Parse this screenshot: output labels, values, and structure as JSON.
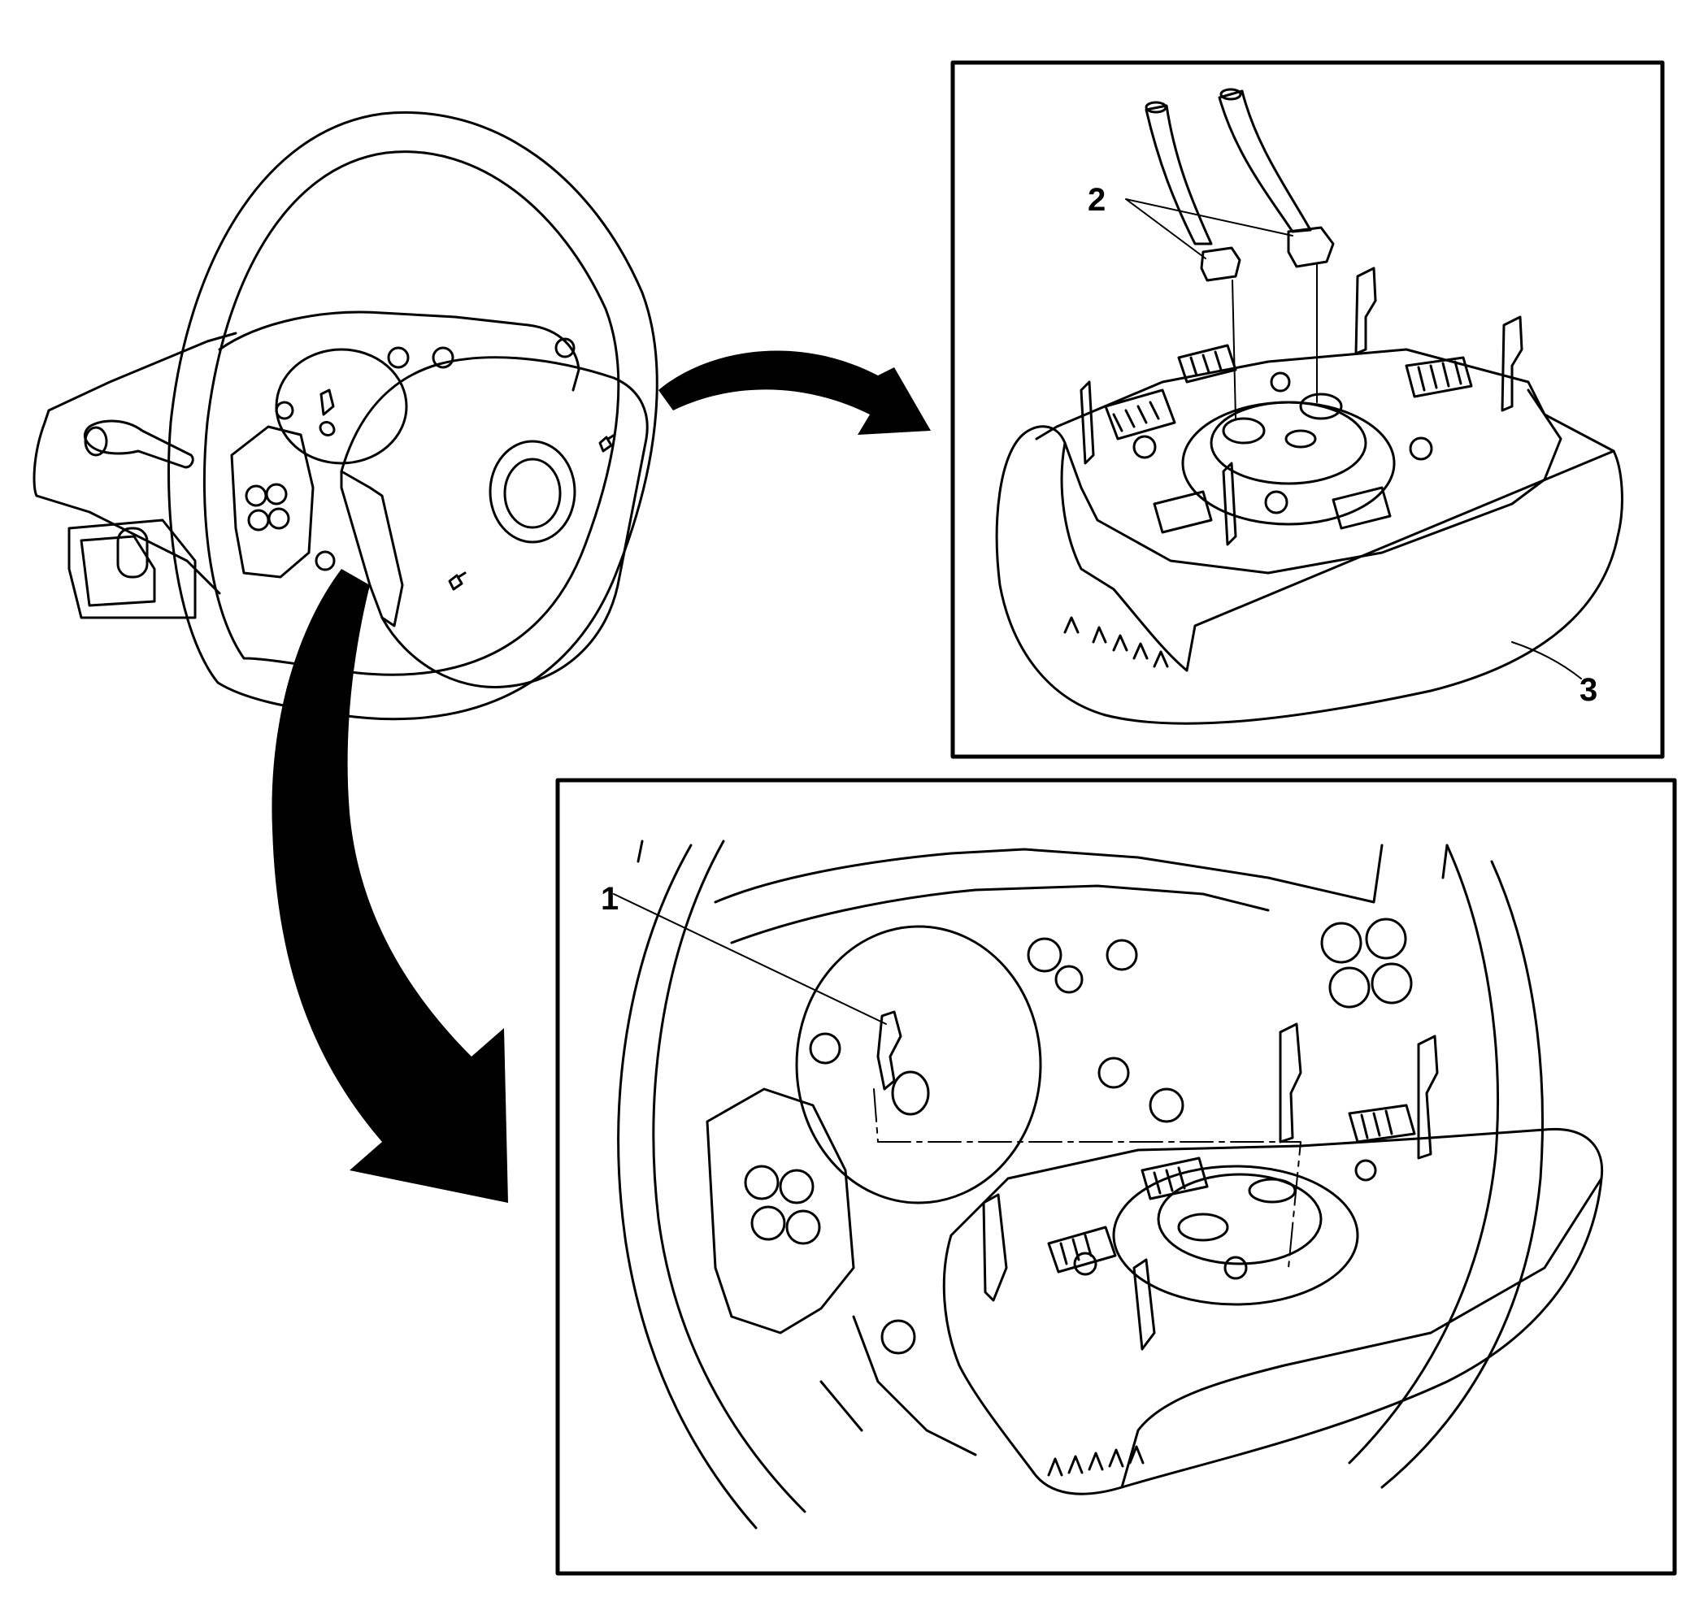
{
  "colors": {
    "ink": "#000000",
    "paper": "#ffffff"
  },
  "callouts": {
    "one": "1",
    "two": "2",
    "three": "3"
  }
}
